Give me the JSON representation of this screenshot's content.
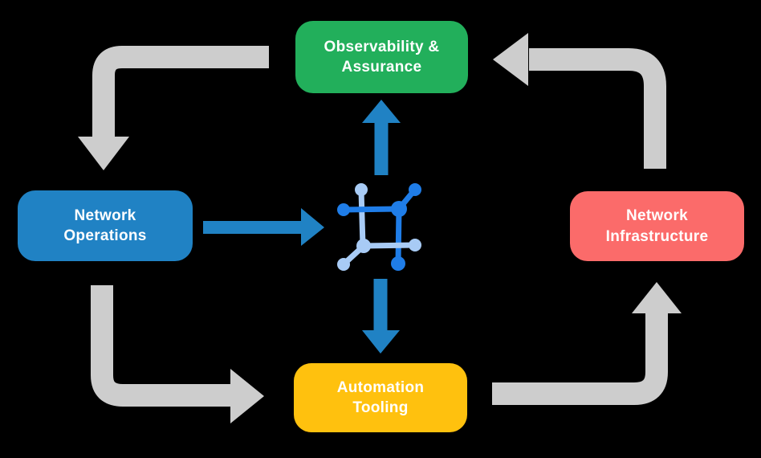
{
  "colors": {
    "background": "#000000",
    "arrow_gray": "#CDCDCD",
    "arrow_blue": "#2082C4",
    "icon_dark_blue": "#1F7DE8",
    "icon_light_blue": "#A8CBF5",
    "text": "#FFFFFF"
  },
  "nodes": {
    "observability": {
      "label": "Observability &\nAssurance",
      "color": "#22AF5B"
    },
    "operations": {
      "label": "Network\nOperations",
      "color": "#2082C4"
    },
    "infrastructure": {
      "label": "Network\nInfrastructure",
      "color": "#FB6B6A"
    },
    "automation": {
      "label": "Automation\nTooling",
      "color": "#FFC10E"
    }
  },
  "center_icon": {
    "name": "network-fabric-icon"
  },
  "edges": [
    {
      "from": "observability",
      "to": "operations",
      "style": "gray-elbow"
    },
    {
      "from": "operations",
      "to": "automation",
      "style": "gray-elbow"
    },
    {
      "from": "automation",
      "to": "infrastructure",
      "style": "gray-elbow"
    },
    {
      "from": "infrastructure",
      "to": "observability",
      "style": "gray-elbow"
    },
    {
      "from": "operations",
      "to": "center-icon",
      "style": "blue-straight"
    },
    {
      "from": "center-icon",
      "to": "observability",
      "style": "blue-straight"
    },
    {
      "from": "center-icon",
      "to": "automation",
      "style": "blue-straight"
    }
  ]
}
